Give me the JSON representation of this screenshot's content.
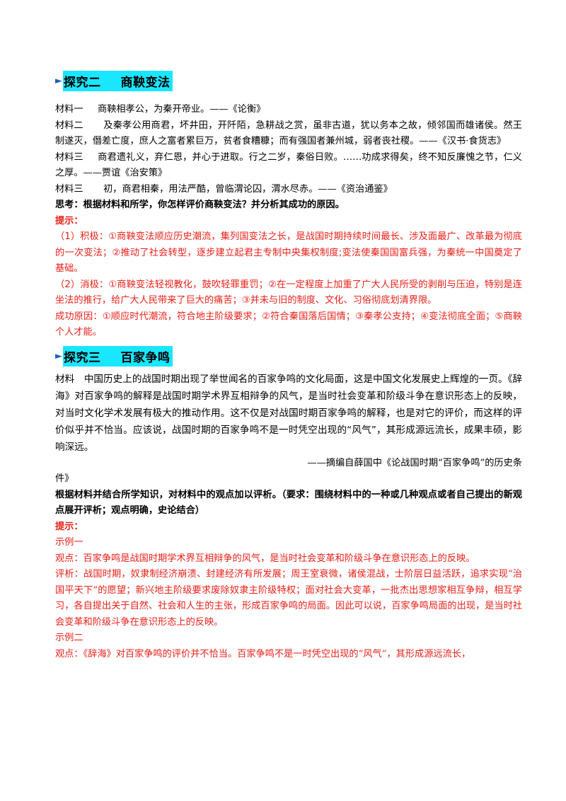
{
  "section2": {
    "marker": "►",
    "title_a": "探究二",
    "title_b": "商鞅变法",
    "m1_label": "材料一",
    "m1_text": "商鞅相孝公，为秦开帝业。——《论衡》",
    "m2_label": "材料二",
    "m2_text": "及秦孝公用商君，坏井田，开阡陌，急耕战之赏，虽非古道，犹以务本之故，倾邻国而雄诸侯。然王制遂灭，僭差亡度，庶人之富者累巨万，贫者食糟糠；而有强国者兼州城，弱者丧社稷。——《汉书·食货志》",
    "m3a_label": "材料三",
    "m3a_text": "商君遗礼义，弃仁恩，并心于进取。行之二岁，秦俗日败。……功成求得矣，终不知反廉愧之节，仁义之厚。——贾谊《治安策》",
    "m3b_label": "材料三",
    "m3b_text": "初，商君相秦，用法严酷，曾临渭论囚，渭水尽赤。——《资治通鉴》",
    "question": "思考：根据材料和所学，你怎样评价商鞅变法？并分析其成功的原因。",
    "hint_label": "提示：",
    "pos": "（1）积极：①商鞅变法顺应历史潮流，集列国变法之长，是战国时期持续时间最长、涉及面最广、改革最为彻底的一次变法；②推动了社会转型，逐步建立起君主专制中央集权制度;变法使秦国国富兵强，为秦统一中国奠定了基础。",
    "neg": "（2）消极：①商鞅变法轻视教化，鼓吹轻罪重罚；②在一定程度上加重了广大人民所受的剥削与压迫，特别是连坐法的推行，给广大人民带来了巨大的痛苦；③并未与旧的制度、文化、习俗彻底划清界限。",
    "reasons": "成功原因：①顺应时代潮流，符合地主阶级要求；②符合秦国落后国情；③秦孝公支持；④变法彻底全面；⑤商鞅个人才能。"
  },
  "section3": {
    "marker": "►",
    "title_a": "探究三",
    "title_b": "百家争鸣",
    "material": "材料　中国历史上的战国时期出现了举世闻名的百家争鸣的文化局面，这是中国文化发展史上辉煌的一页。《辞海》对百家争鸣的解释是战国时期学术界互相辩争的风气，是当时社会变革和阶级斗争在意识形态上的反映，对当时文化学术发展有极大的推动作用。这不仅是对战国时期百家争鸣的解释，也是对它的评价，而这样的评价似乎并不恰当。应该说，战国时期的百家争鸣不是一时凭空出现的“风气”，其形成源远流长，成果丰硕，影响深远。",
    "source_a": "——摘编自薛国中《论战国时期“百家争鸣”的历史条",
    "source_b": "件》",
    "question": "根据材料并结合所学知识，对材料中的观点加以评析。（要求：围绕材料中的一种或几种观点或者自己提出的新观点展开评析；观点明确，史论结合）",
    "hint_label": "提示：",
    "ex1_label": "示例一",
    "ex1_view": "观点：百家争鸣是战国时期学术界互相辩争的风气，是当时社会变革和阶级斗争在意识形态上的反映。",
    "ex1_eval": "评析：战国时期，奴隶制经济崩溃、封建经济有所发展；周王室衰微，诸侯混战，士阶层日益活跃，追求实现“治国平天下”的愿望；新兴地主阶级要求废除奴隶主阶级特权；面对社会大变革，一批杰出思想家相互争辩，相互学习，各自提出关于自然、社会和人生的主张，形成百家争鸣的局面。因此可以说，百家争鸣局面的出现，是当时社会变革和阶级斗争在意识形态上的反映。",
    "ex2_label": "示例二",
    "ex2_view": "观点：《辞海》对百家争鸣的评价并不恰当。百家争鸣不是一时凭空出现的“风气”，其形成源远流长，"
  }
}
